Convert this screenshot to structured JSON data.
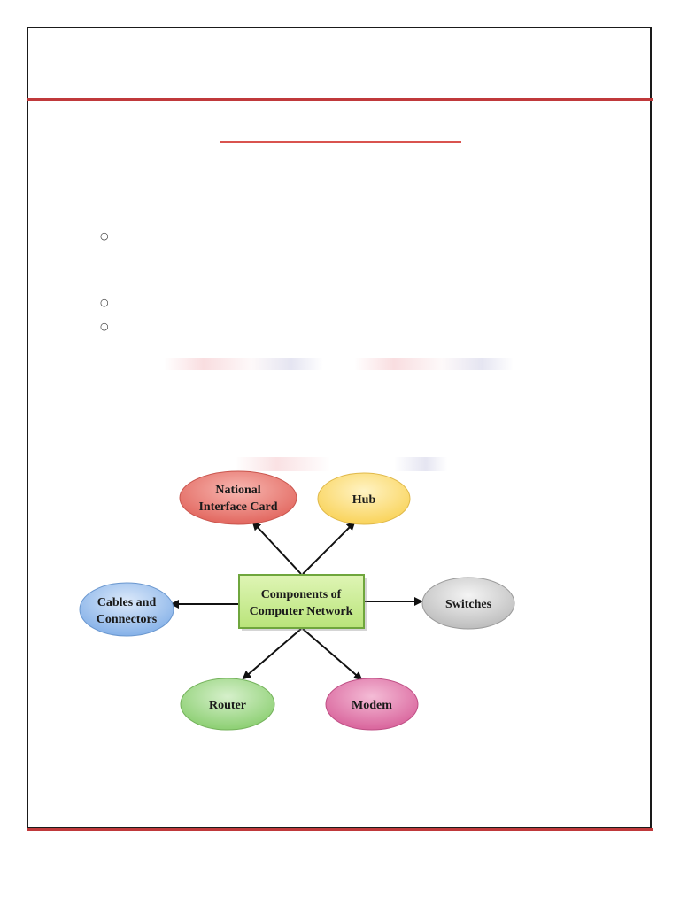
{
  "diagram": {
    "center": {
      "line1": "Components of",
      "line2": "Computer Network",
      "fill": "#c9ec8f",
      "stroke": "#7bb349"
    },
    "nodes": {
      "nic": {
        "line1": "National",
        "line2": "Interface Card",
        "fill": "#e97a73"
      },
      "hub": {
        "line1": "Hub",
        "fill": "#fde28a"
      },
      "cables": {
        "line1": "Cables and",
        "line2": "Connectors",
        "fill": "#9fc4ee"
      },
      "switches": {
        "line1": "Switches",
        "fill": "#d3d3d3"
      },
      "router": {
        "line1": "Router",
        "fill": "#a8db93"
      },
      "modem": {
        "line1": "Modem",
        "fill": "#e47fb0"
      }
    }
  },
  "colors": {
    "rule": "#c0393b",
    "title_underline": "#d9534f",
    "arrow": "#111111"
  }
}
